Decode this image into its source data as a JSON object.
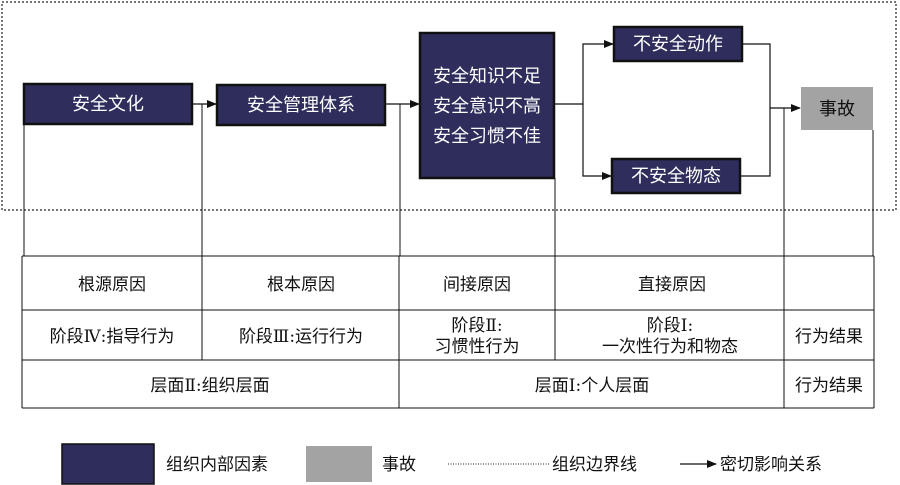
{
  "boxes": {
    "safety_culture": "安全文化",
    "safety_mgmt": "安全管理体系",
    "knowledge_1": "安全知识不足",
    "knowledge_2": "安全意识不高",
    "knowledge_3": "安全习惯不佳",
    "unsafe_action": "不安全动作",
    "unsafe_state": "不安全物态",
    "accident": "事故"
  },
  "table": {
    "causes": [
      "根源原因",
      "根本原因",
      "间接原因",
      "直接原因"
    ],
    "stage_4": "阶段Ⅳ:指导行为",
    "stage_3": "阶段Ⅲ:运行行为",
    "stage_2_l1": "阶段Ⅱ:",
    "stage_2_l2": "习惯性行为",
    "stage_1_l1": "阶段Ⅰ:",
    "stage_1_l2": "一次性行为和物态",
    "stage_result": "行为结果",
    "level_2": "层面Ⅱ:组织层面",
    "level_1": "层面Ⅰ:个人层面",
    "level_result": "行为结果"
  },
  "legend": {
    "org_factors": "组织内部因素",
    "accident": "事故",
    "boundary": "组织边界线",
    "relation": "密切影响关系"
  },
  "colors": {
    "org_factor": "#2e2d5c",
    "accident": "#a3a3a3"
  }
}
